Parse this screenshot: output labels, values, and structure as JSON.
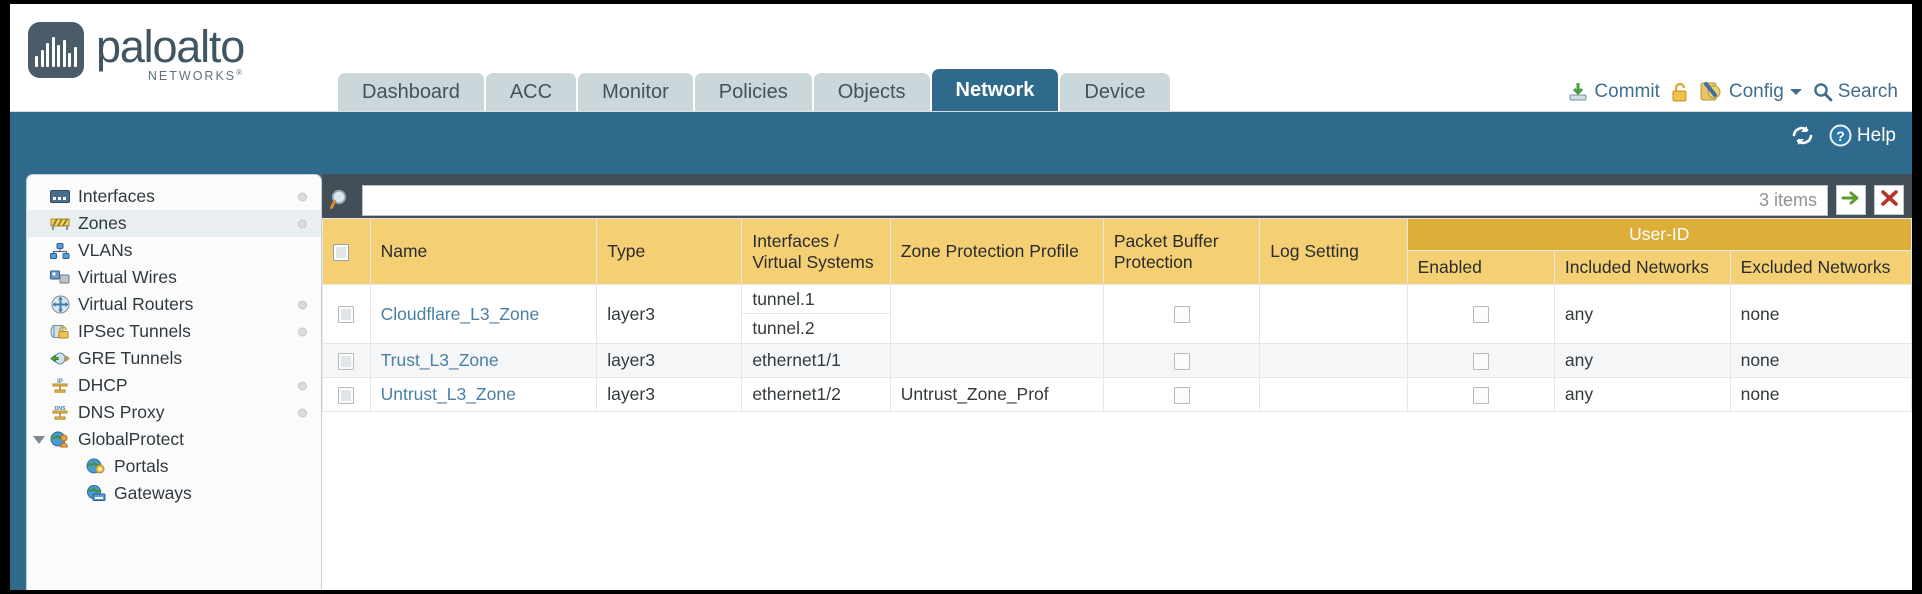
{
  "brand": {
    "name": "paloalto",
    "sub": "NETWORKS",
    "reg": "®"
  },
  "header": {
    "tabs": [
      {
        "label": "Dashboard",
        "active": false
      },
      {
        "label": "ACC",
        "active": false
      },
      {
        "label": "Monitor",
        "active": false
      },
      {
        "label": "Policies",
        "active": false
      },
      {
        "label": "Objects",
        "active": false
      },
      {
        "label": "Network",
        "active": true
      },
      {
        "label": "Device",
        "active": false
      }
    ],
    "actions": {
      "commit": "Commit",
      "commit_icon": "commit-download-icon",
      "lock_icon": "padlock-icon",
      "config": "Config",
      "config_icon": "config-wrench-icon",
      "config_caret": "chevron-down-icon",
      "search": "Search",
      "search_icon": "magnifier-icon"
    }
  },
  "toolbar": {
    "refresh_icon": "refresh-icon",
    "help": "Help",
    "help_icon": "help-question-icon"
  },
  "sidebar": {
    "items": [
      {
        "label": "Interfaces",
        "icon": "interfaces-icon",
        "selected": false,
        "dot": true,
        "child": false,
        "twisty": false
      },
      {
        "label": "Zones",
        "icon": "zones-icon",
        "selected": true,
        "dot": true,
        "child": false,
        "twisty": false
      },
      {
        "label": "VLANs",
        "icon": "vlans-icon",
        "selected": false,
        "dot": false,
        "child": false,
        "twisty": false
      },
      {
        "label": "Virtual Wires",
        "icon": "virtual-wires-icon",
        "selected": false,
        "dot": false,
        "child": false,
        "twisty": false
      },
      {
        "label": "Virtual Routers",
        "icon": "virtual-routers-icon",
        "selected": false,
        "dot": true,
        "child": false,
        "twisty": false
      },
      {
        "label": "IPSec Tunnels",
        "icon": "ipsec-tunnels-icon",
        "selected": false,
        "dot": true,
        "child": false,
        "twisty": false
      },
      {
        "label": "GRE Tunnels",
        "icon": "gre-tunnels-icon",
        "selected": false,
        "dot": false,
        "child": false,
        "twisty": false
      },
      {
        "label": "DHCP",
        "icon": "dhcp-icon",
        "selected": false,
        "dot": true,
        "child": false,
        "twisty": false
      },
      {
        "label": "DNS Proxy",
        "icon": "dns-proxy-icon",
        "selected": false,
        "dot": true,
        "child": false,
        "twisty": false
      },
      {
        "label": "GlobalProtect",
        "icon": "globalprotect-icon",
        "selected": false,
        "dot": false,
        "child": false,
        "twisty": true
      },
      {
        "label": "Portals",
        "icon": "portals-icon",
        "selected": false,
        "dot": false,
        "child": true,
        "twisty": false
      },
      {
        "label": "Gateways",
        "icon": "gateways-icon",
        "selected": false,
        "dot": false,
        "child": true,
        "twisty": false
      }
    ]
  },
  "search": {
    "value": "",
    "placeholder": "",
    "item_count": "3 items",
    "apply_icon": "green-arrow-icon",
    "clear_icon": "red-x-icon"
  },
  "table": {
    "group_header": "User-ID",
    "columns": [
      "Name",
      "Type",
      "Interfaces / Virtual Systems",
      "Zone Protection Profile",
      "Packet Buffer Protection",
      "Log Setting",
      "Enabled",
      "Included Networks",
      "Excluded Networks"
    ],
    "rows": [
      {
        "name": "Cloudflare_L3_Zone",
        "type": "layer3",
        "interfaces": [
          "tunnel.1",
          "tunnel.2"
        ],
        "zone_protection_profile": "",
        "packet_buffer_protection": false,
        "log_setting": "",
        "userid_enabled": false,
        "included_networks": "any",
        "excluded_networks": "none"
      },
      {
        "name": "Trust_L3_Zone",
        "type": "layer3",
        "interfaces": [
          "ethernet1/1"
        ],
        "zone_protection_profile": "",
        "packet_buffer_protection": false,
        "log_setting": "",
        "userid_enabled": false,
        "included_networks": "any",
        "excluded_networks": "none"
      },
      {
        "name": "Untrust_L3_Zone",
        "type": "layer3",
        "interfaces": [
          "ethernet1/2"
        ],
        "zone_protection_profile": "Untrust_Zone_Prof",
        "packet_buffer_protection": false,
        "log_setting": "",
        "userid_enabled": false,
        "included_networks": "any",
        "excluded_networks": "none"
      }
    ]
  },
  "colors": {
    "brand_blue": "#2f6a8c",
    "header_amber": "#f5cf74",
    "group_amber": "#ddae38",
    "link_blue": "#4a7fa5",
    "content_dark": "#434f57"
  }
}
